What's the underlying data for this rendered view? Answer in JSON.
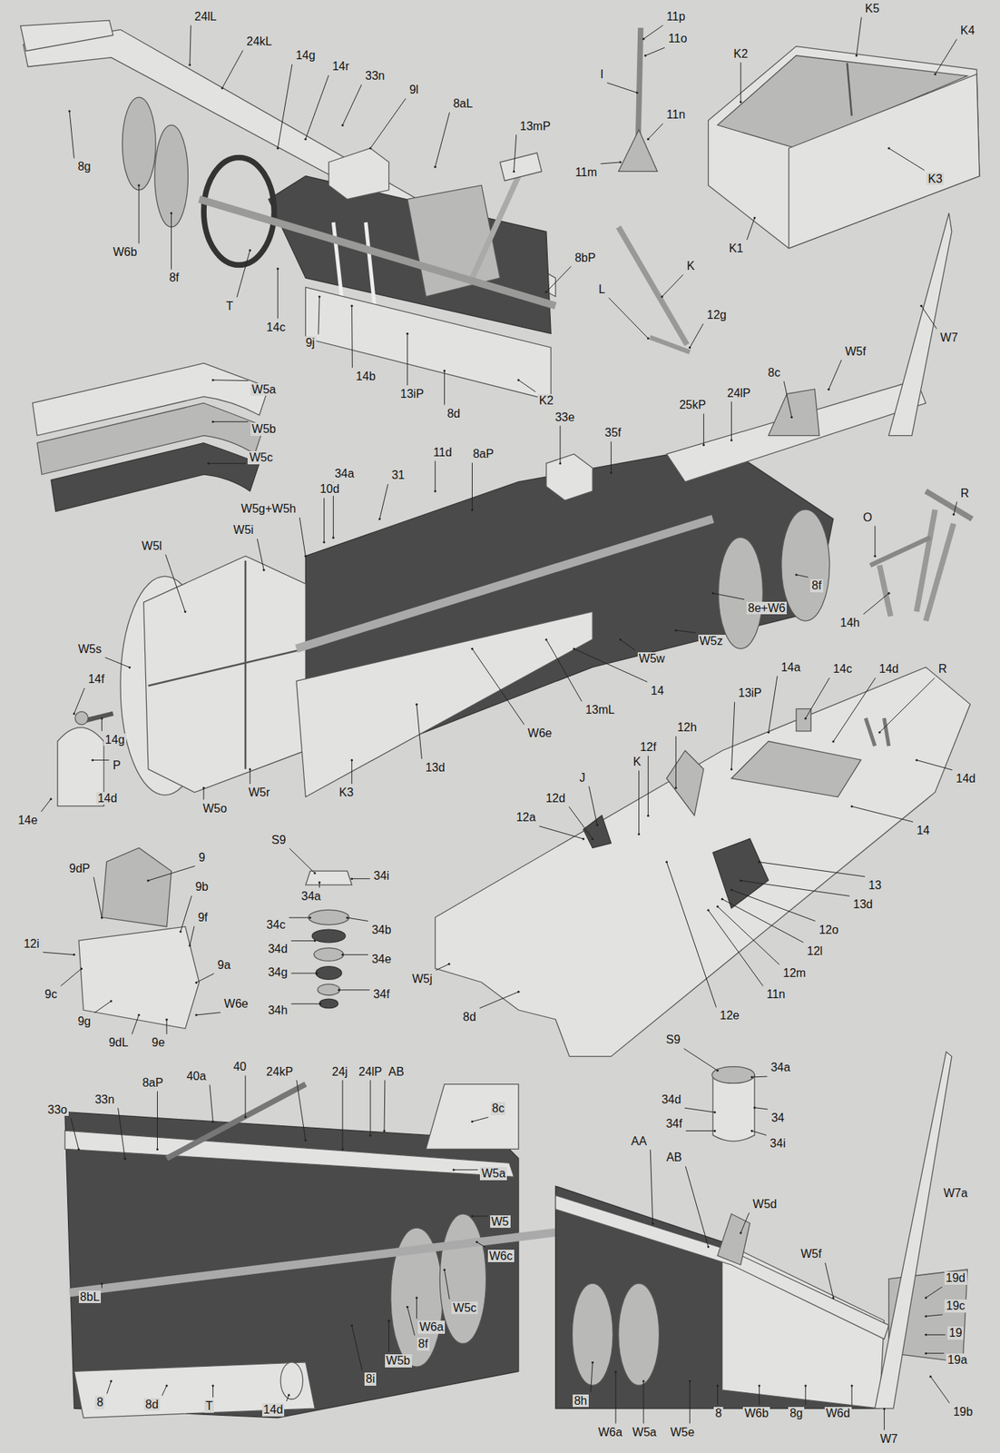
{
  "diagram": {
    "labels": [
      "24lL",
      "24kL",
      "14g",
      "14r",
      "33n",
      "9l",
      "8aL",
      "13mP",
      "8g",
      "W6b",
      "8f",
      "T",
      "14c",
      "9j",
      "14b",
      "13iP",
      "8d",
      "8bP",
      "K2",
      "11p",
      "11o",
      "I",
      "11n",
      "11m",
      "K5",
      "K4",
      "K2",
      "K3",
      "K1",
      "K",
      "L",
      "12g",
      "W5a",
      "W5b",
      "W5c",
      "W7",
      "W5f",
      "8c",
      "24lP",
      "25kP",
      "33e",
      "35f",
      "11d",
      "8aP",
      "34a",
      "10d",
      "31",
      "W5g+W5h",
      "W5i",
      "W5l",
      "W5s",
      "8f",
      "8e+W6",
      "W5z",
      "W5w",
      "14",
      "13mL",
      "W6e",
      "13d",
      "K3",
      "W5r",
      "W5o",
      "R",
      "O",
      "14h",
      "14f",
      "14g",
      "P",
      "14d",
      "14e",
      "14a",
      "14c",
      "14d",
      "R",
      "13iP",
      "12h",
      "12f",
      "K",
      "J",
      "12d",
      "12a",
      "14d",
      "14",
      "13",
      "13d",
      "12o",
      "12l",
      "12m",
      "11n",
      "12e",
      "W5j",
      "8d",
      "9dP",
      "9",
      "9b",
      "9f",
      "12i",
      "9a",
      "9c",
      "W6e",
      "9g",
      "9dL",
      "9e",
      "S9",
      "34a",
      "34i",
      "34c",
      "34b",
      "34d",
      "34e",
      "34g",
      "34f",
      "34h",
      "S9",
      "34a",
      "34d",
      "34",
      "34f",
      "34i",
      "33o",
      "33n",
      "8aP",
      "40a",
      "40",
      "24kP",
      "24j",
      "24lP",
      "AB",
      "8c",
      "W5a",
      "W5",
      "W6c",
      "W5c",
      "W6a",
      "8f",
      "W5b",
      "8i",
      "8bL",
      "8",
      "8d",
      "T",
      "14d",
      "AA",
      "AB",
      "W5d",
      "W7a",
      "W5f",
      "19d",
      "19c",
      "19",
      "19a",
      "19b",
      "8h",
      "W6a",
      "W5a",
      "W5e",
      "8",
      "W6b",
      "8g",
      "W6d",
      "W7"
    ]
  }
}
